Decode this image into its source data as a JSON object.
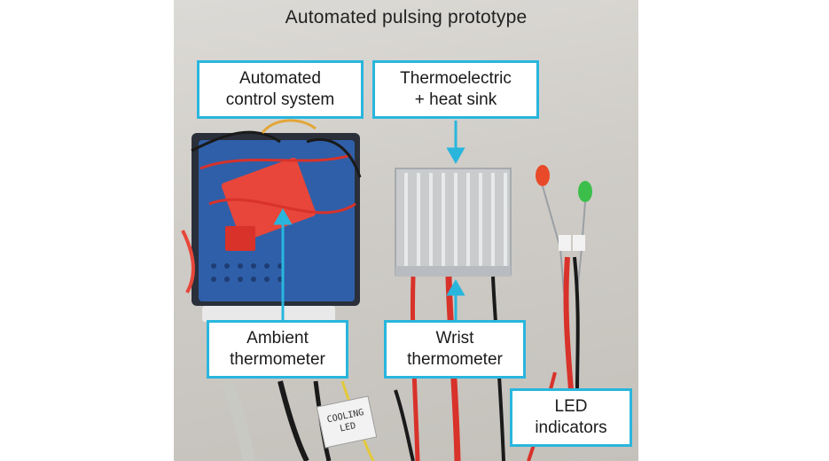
{
  "title": "Automated pulsing prototype",
  "callouts": {
    "control": "Automated\ncontrol system",
    "thermoelectric": "Thermoelectric\n+ heat sink",
    "ambient": "Ambient\nthermometer",
    "wrist": "Wrist\nthermometer",
    "led": "LED\nindicators"
  },
  "tag_text": "COOLING\nLED",
  "colors": {
    "callout_border": "#29b6dd",
    "board_red": "#e8463a",
    "board_blue": "#2f5fa8",
    "wire_red": "#d8322a",
    "led_red": "#e84a2a",
    "led_green": "#3bbf4a"
  }
}
